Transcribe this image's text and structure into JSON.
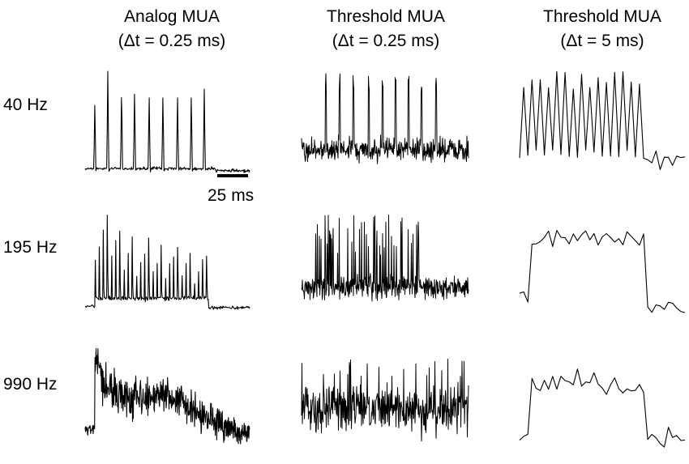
{
  "columns": [
    {
      "title": "Analog MUA",
      "subtitle": "(Δt = 0.25 ms)"
    },
    {
      "title": "Threshold MUA",
      "subtitle": "(Δt = 0.25 ms)"
    },
    {
      "title": "Threshold MUA",
      "subtitle": "(Δt = 5 ms)"
    }
  ],
  "rows": [
    {
      "label": "40 Hz"
    },
    {
      "label": "195 Hz"
    },
    {
      "label": "990 Hz"
    }
  ],
  "scale_bar": {
    "label": "25 ms"
  },
  "colors": {
    "trace": "#000000",
    "background": "#ffffff"
  }
}
